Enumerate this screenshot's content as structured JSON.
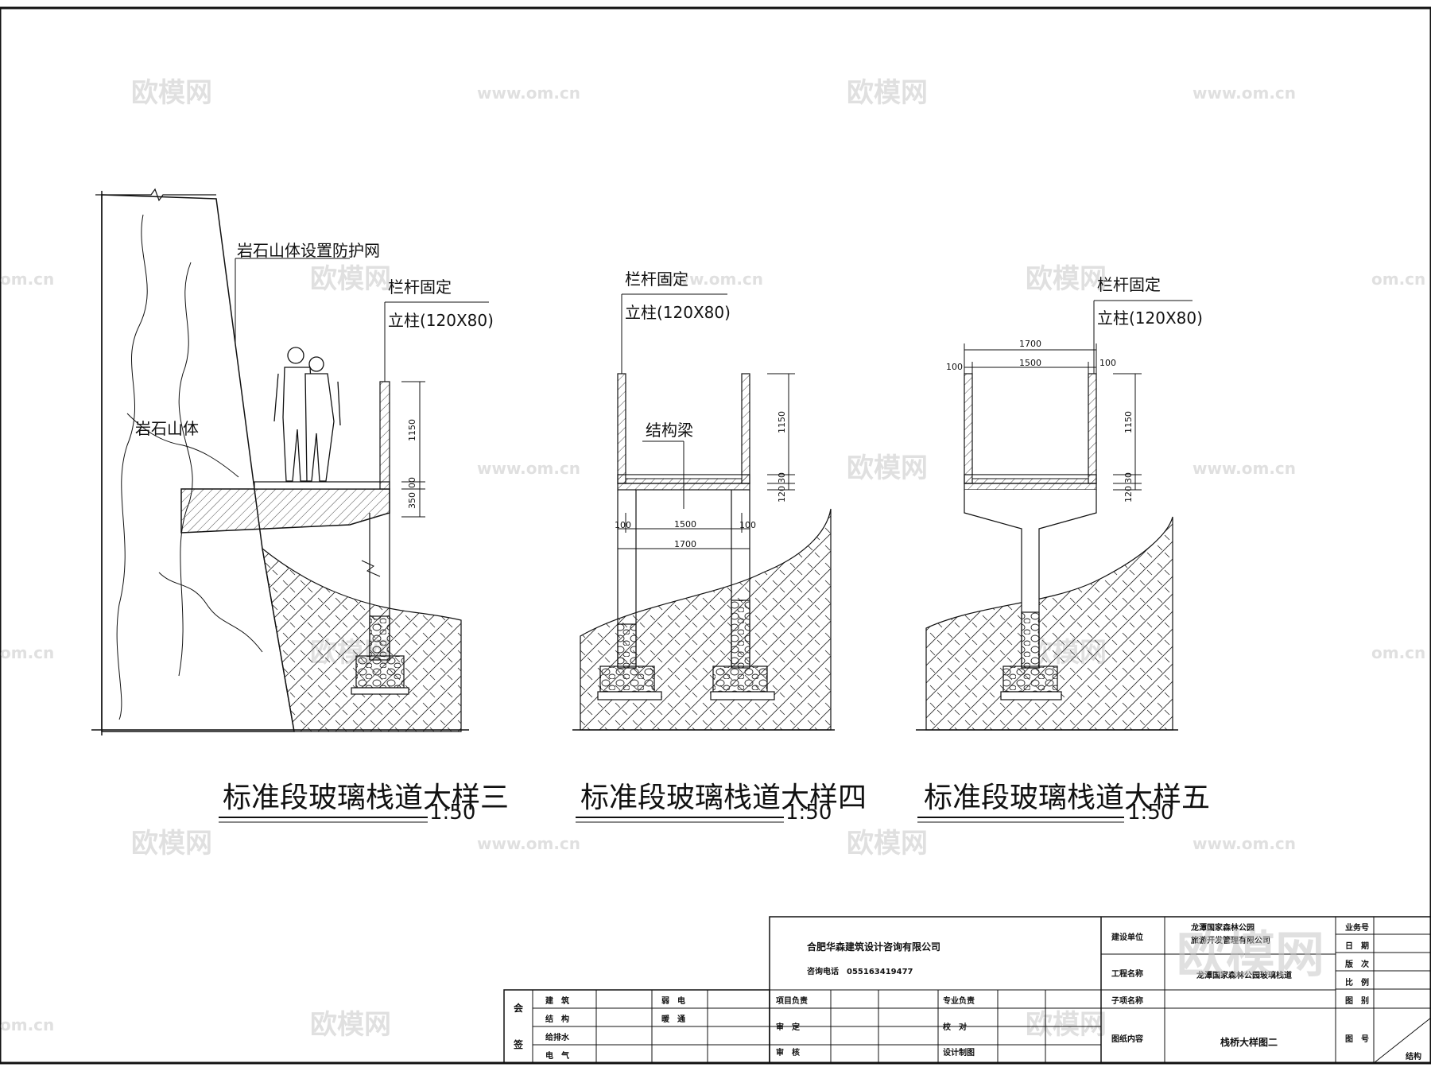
{
  "watermarks": {
    "brand": "欧模网",
    "url": "www.om.cn",
    "partial": "om.cn"
  },
  "details": [
    {
      "title": "标准段玻璃栈道大样三",
      "scale": "1:50",
      "notes": {
        "net": "岩石山体设置防护网",
        "rail_line1": "栏杆固定",
        "rail_line2": "立柱(120X80)",
        "rock": "岩石山体"
      },
      "dims": {
        "h1": "1150",
        "h2": "350",
        "h3": "00"
      }
    },
    {
      "title": "标准段玻璃栈道大样四",
      "scale": "1:50",
      "notes": {
        "rail_line1": "栏杆固定",
        "rail_line2": "立柱(120X80)",
        "beam": "结构梁"
      },
      "dims": {
        "h1": "1150",
        "h2": "30",
        "h3": "120",
        "w_left": "100",
        "w_mid": "1500",
        "w_right": "100",
        "w_total": "1700"
      }
    },
    {
      "title": "标准段玻璃栈道大样五",
      "scale": "1:50",
      "notes": {
        "rail_line1": "栏杆固定",
        "rail_line2": "立柱(120X80)"
      },
      "dims": {
        "h1": "1150",
        "h2": "30",
        "h3": "120",
        "w_left": "100",
        "w_mid": "1500",
        "w_right": "100",
        "w_total": "1700"
      }
    }
  ],
  "title_block": {
    "company": "合肥华森建筑设计咨询有限公司",
    "phone": "咨询电话　055163419477",
    "sign_header": [
      "会",
      "签"
    ],
    "sign_rows": [
      "建　筑",
      "结　构",
      "给排水",
      "电　气"
    ],
    "sign_rows_right": [
      "弱　电",
      "暖　通"
    ],
    "roles_left": [
      "项目负责",
      "审　定",
      "审　核"
    ],
    "roles_right": [
      "专业负责",
      "校　对",
      "设计制图"
    ],
    "client_label": "建设单位",
    "client_value_1": "龙潭国家森林公园",
    "client_value_2": "旅游开发管理有限公司",
    "project_label": "工程名称",
    "project_value": "龙潭国家森林公园玻璃栈道",
    "subitem_label": "子项名称",
    "content_label": "图纸内容",
    "content_value": "栈桥大样图二",
    "right_labels": [
      "业务号",
      "日　期",
      "版　次",
      "比　例",
      "图　别",
      "图　号"
    ],
    "corner_mark": "结构"
  }
}
